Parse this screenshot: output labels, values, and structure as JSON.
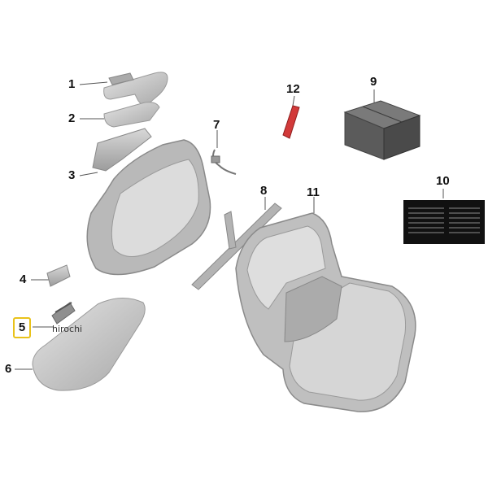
{
  "callouts": [
    {
      "id": "1",
      "label": "1"
    },
    {
      "id": "2",
      "label": "2"
    },
    {
      "id": "3",
      "label": "3"
    },
    {
      "id": "4",
      "label": "4"
    },
    {
      "id": "5",
      "label": "5",
      "highlight": "#e9c21a"
    },
    {
      "id": "6",
      "label": "6"
    },
    {
      "id": "7",
      "label": "7"
    },
    {
      "id": "8",
      "label": "8"
    },
    {
      "id": "9",
      "label": "9"
    },
    {
      "id": "10",
      "label": "10"
    },
    {
      "id": "11",
      "label": "11"
    },
    {
      "id": "12",
      "label": "12"
    }
  ],
  "watermark": "hirochi",
  "colors": {
    "part_fill": "#c9c9c9",
    "part_stroke": "#9a9a9a",
    "reflector": "#d23a3a",
    "box": "#5b5b5b",
    "label_bg": "#111111"
  }
}
